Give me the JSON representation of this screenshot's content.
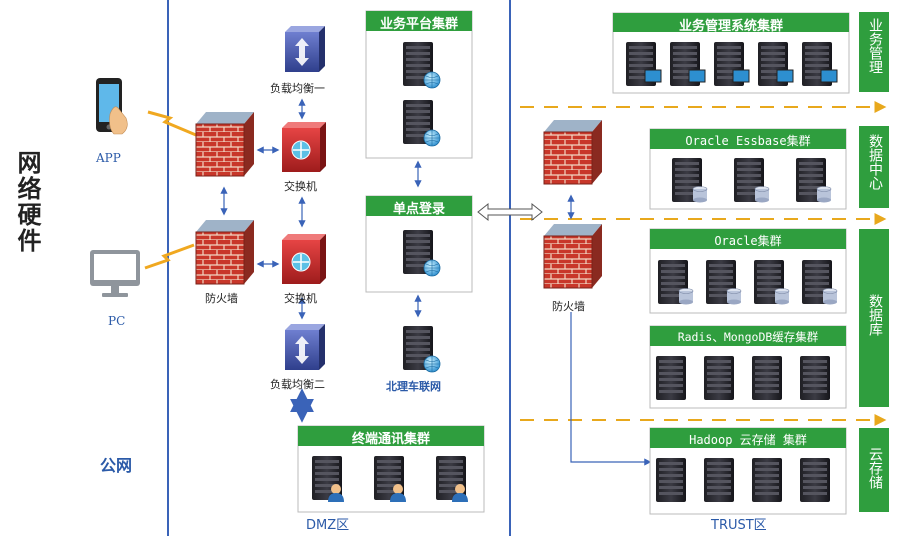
{
  "side_title": "网络硬件",
  "zones": {
    "public": "公网",
    "dmz": "DMZ区",
    "trust": "TRUST区"
  },
  "clients": {
    "app": "APP",
    "pc": "PC"
  },
  "dmz": {
    "firewall_label": "防火墙",
    "lb_top": "负载均衡一",
    "lb_bottom": "负载均衡二",
    "switch_top": "交换机",
    "switch_bottom": "交换机",
    "business_platform": "业务平台集群",
    "sso": "单点登录",
    "beili": "北理车联网",
    "terminal": "终端通讯集群"
  },
  "trust": {
    "firewall_label": "防火墙",
    "clusters": {
      "biz_mgmt": "业务管理系统集群",
      "essbase": "Oracle Essbase集群",
      "oracle": "Oracle集群",
      "cache": "Radis、MongoDB缓存集群",
      "hadoop": "Hadoop 云存储 集群"
    },
    "side": {
      "biz": "业务管理",
      "dc": "数据中心",
      "db": "数据库",
      "cloud": "云存储"
    }
  },
  "colors": {
    "green": "#2f9e3e",
    "blue_line": "#3a63b8",
    "dash": "#e8a81c",
    "text_blue": "#2b5aa8",
    "brick": "#c8372a"
  }
}
